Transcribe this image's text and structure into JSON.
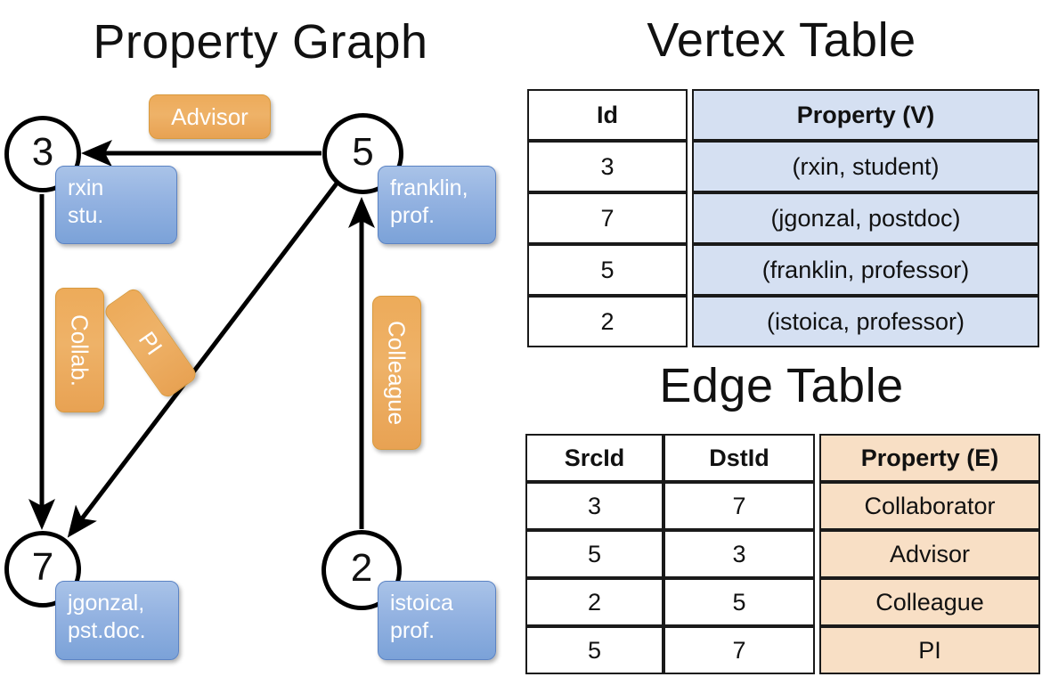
{
  "panels": {
    "graph_title": "Property Graph",
    "vertex_title": "Vertex Table",
    "edge_title": "Edge Table"
  },
  "graph": {
    "nodes": [
      {
        "id": "3",
        "property": {
          "line1": "rxin",
          "line2": "stu."
        }
      },
      {
        "id": "5",
        "property": {
          "line1": "franklin,",
          "line2": "prof."
        }
      },
      {
        "id": "7",
        "property": {
          "line1": "jgonzal,",
          "line2": "pst.doc."
        }
      },
      {
        "id": "2",
        "property": {
          "line1": "istoica",
          "line2": "prof."
        }
      }
    ],
    "edge_labels": {
      "advisor": "Advisor",
      "collab": "Collab.",
      "pi": "PI",
      "colleague": "Colleague"
    },
    "colors": {
      "node_stroke": "#000000",
      "vertex_box": "#93b2e1",
      "edge_box": "#eeb268",
      "arrow": "#000000"
    }
  },
  "vertex_table": {
    "headers": [
      "Id",
      "Property (V)"
    ],
    "rows": [
      [
        "3",
        "(rxin, student)"
      ],
      [
        "7",
        "(jgonzal, postdoc)"
      ],
      [
        "5",
        "(franklin, professor)"
      ],
      [
        "2",
        "(istoica, professor)"
      ]
    ],
    "property_column_color": "#d5e0f2"
  },
  "edge_table": {
    "headers": [
      "SrcId",
      "DstId",
      "Property (E)"
    ],
    "rows": [
      [
        "3",
        "7",
        "Collaborator"
      ],
      [
        "5",
        "3",
        "Advisor"
      ],
      [
        "2",
        "5",
        "Colleague"
      ],
      [
        "5",
        "7",
        "PI"
      ]
    ],
    "property_column_color": "#f8dfc5"
  }
}
